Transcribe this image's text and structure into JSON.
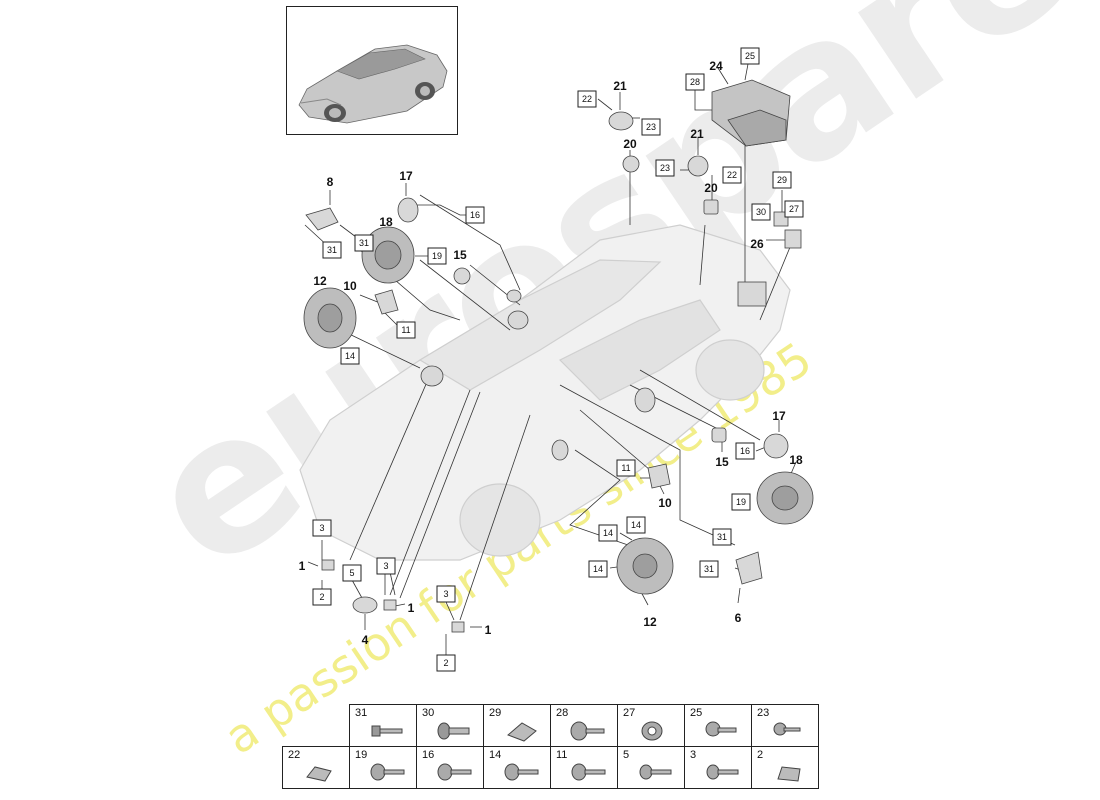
{
  "watermark": {
    "brand": "eurospares",
    "tagline": "a passion for parts since 1985"
  },
  "callouts": [
    {
      "id": "c8",
      "text": "8"
    },
    {
      "id": "c31a",
      "text": "31"
    },
    {
      "id": "c31b",
      "text": "31"
    },
    {
      "id": "c17a",
      "text": "17"
    },
    {
      "id": "c16a",
      "text": "16"
    },
    {
      "id": "c18a",
      "text": "18"
    },
    {
      "id": "c19a",
      "text": "19"
    },
    {
      "id": "c15a",
      "text": "15"
    },
    {
      "id": "c12a",
      "text": "12"
    },
    {
      "id": "c10a",
      "text": "10"
    },
    {
      "id": "c11a",
      "text": "11"
    },
    {
      "id": "c14a",
      "text": "14"
    },
    {
      "id": "c21a",
      "text": "21"
    },
    {
      "id": "c22a",
      "text": "22"
    },
    {
      "id": "c23a",
      "text": "23"
    },
    {
      "id": "c20a",
      "text": "20"
    },
    {
      "id": "c28",
      "text": "28"
    },
    {
      "id": "c24",
      "text": "24"
    },
    {
      "id": "c25",
      "text": "25"
    },
    {
      "id": "c21b",
      "text": "21"
    },
    {
      "id": "c23b",
      "text": "23"
    },
    {
      "id": "c22b",
      "text": "22"
    },
    {
      "id": "c20b",
      "text": "20"
    },
    {
      "id": "c29",
      "text": "29"
    },
    {
      "id": "c30",
      "text": "30"
    },
    {
      "id": "c27",
      "text": "27"
    },
    {
      "id": "c26",
      "text": "26"
    },
    {
      "id": "c17b",
      "text": "17"
    },
    {
      "id": "c16b",
      "text": "16"
    },
    {
      "id": "c15b",
      "text": "15"
    },
    {
      "id": "c18b",
      "text": "18"
    },
    {
      "id": "c19b",
      "text": "19"
    },
    {
      "id": "c11b",
      "text": "11"
    },
    {
      "id": "c10b",
      "text": "10"
    },
    {
      "id": "c14b",
      "text": "14"
    },
    {
      "id": "c14c",
      "text": "14"
    },
    {
      "id": "c14d",
      "text": "14"
    },
    {
      "id": "c12b",
      "text": "12"
    },
    {
      "id": "c31c",
      "text": "31"
    },
    {
      "id": "c31d",
      "text": "31"
    },
    {
      "id": "c6",
      "text": "6"
    },
    {
      "id": "c3a",
      "text": "3"
    },
    {
      "id": "c1a",
      "text": "1"
    },
    {
      "id": "c2a",
      "text": "2"
    },
    {
      "id": "c5",
      "text": "5"
    },
    {
      "id": "c3b",
      "text": "3"
    },
    {
      "id": "c1b",
      "text": "1"
    },
    {
      "id": "c4",
      "text": "4"
    },
    {
      "id": "c3c",
      "text": "3"
    },
    {
      "id": "c1c",
      "text": "1"
    },
    {
      "id": "c2b",
      "text": "2"
    }
  ],
  "parts_table": {
    "row1": [
      "31",
      "30",
      "29",
      "28",
      "27",
      "25",
      "23"
    ],
    "row2": [
      "22",
      "19",
      "16",
      "14",
      "11",
      "5",
      "3",
      "2"
    ]
  }
}
